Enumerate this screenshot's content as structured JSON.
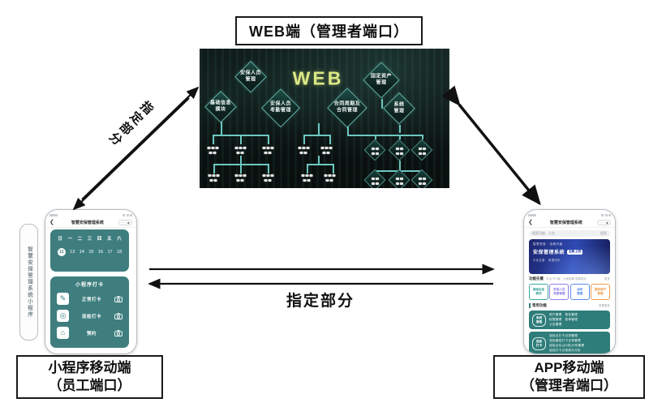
{
  "diagram": {
    "web_label": "WEB端（管理者端口）",
    "mini_label_1": "小程序移动端",
    "mini_label_2": "（员工端口）",
    "app_label_1": "APP移动端",
    "app_label_2": "（管理者端口）",
    "diag_label": "指定部分",
    "mid_label": "指定部分"
  },
  "web_screen": {
    "logo": "WEB",
    "modules": [
      {
        "lines": [
          "安保人员",
          "管理"
        ]
      },
      {
        "lines": [
          "固定资产",
          "管理"
        ]
      },
      {
        "lines": [
          "基础信息",
          "模块"
        ]
      },
      {
        "lines": [
          "安保人员",
          "考勤管理"
        ]
      },
      {
        "lines": [
          "合同周期及",
          "合同管理"
        ]
      },
      {
        "lines": [
          "系统",
          "管理"
        ]
      }
    ]
  },
  "mini_phone": {
    "header_title": "智慧安保管理系统",
    "side_label": "智慧安保管理系统小程序",
    "calendar_days": [
      "日",
      "一",
      "二",
      "三",
      "四",
      "五",
      "六"
    ],
    "calendar_dates": [
      "12",
      "13",
      "14",
      "15",
      "16",
      "17",
      "18"
    ],
    "card_title": "小程序打卡",
    "rows": [
      {
        "icon": "form-icon",
        "glyph": "✎",
        "label": "正常打卡"
      },
      {
        "icon": "target-icon",
        "glyph": "◎",
        "label": "巡检打卡"
      },
      {
        "icon": "home-icon",
        "glyph": "⌂",
        "label": "预约"
      }
    ]
  },
  "app_phone": {
    "header_title": "智慧安保管理系统",
    "side_label": "智慧安保管理系统小程序",
    "search_text": "搜索功能、公告",
    "search_btn": "搜索",
    "banner": {
      "tagline": "智慧安保 · 全新升级",
      "title": "安保管理系统",
      "badge": "全新上线",
      "footer": "平台互通 · 数据同步"
    },
    "inforow": {
      "label": "功能先看",
      "desc": "平台+PC端、小程序端 双端同步",
      "more": "更多"
    },
    "feature_boxes": [
      {
        "lines": [
          "基础信息",
          "模块"
        ],
        "color": "#3aa89f"
      },
      {
        "lines": [
          "安保人员",
          "考勤管理"
        ],
        "color": "#8f7fe8"
      },
      {
        "lines": [
          "合同",
          "管理"
        ],
        "color": "#5a8df0"
      },
      {
        "lines": [
          "固定资产",
          "管理"
        ],
        "color": "#ef9d4f"
      }
    ],
    "section2": {
      "label": "常用功能",
      "more": "查看更多"
    },
    "cards": [
      {
        "tag": [
          "系统",
          "管理"
        ],
        "lines": [
          "用户管理　角色管理",
          "权限管理　菜单管理",
          "公告管理"
        ]
      },
      {
        "tag": [
          "巡检",
          "打卡"
        ],
        "lines": [
          "巡检点打卡记录管理",
          "巡检路线打卡记录管理",
          "巡检点位(点/线)分布管理",
          "巡检打卡记录统计分析"
        ]
      }
    ]
  }
}
